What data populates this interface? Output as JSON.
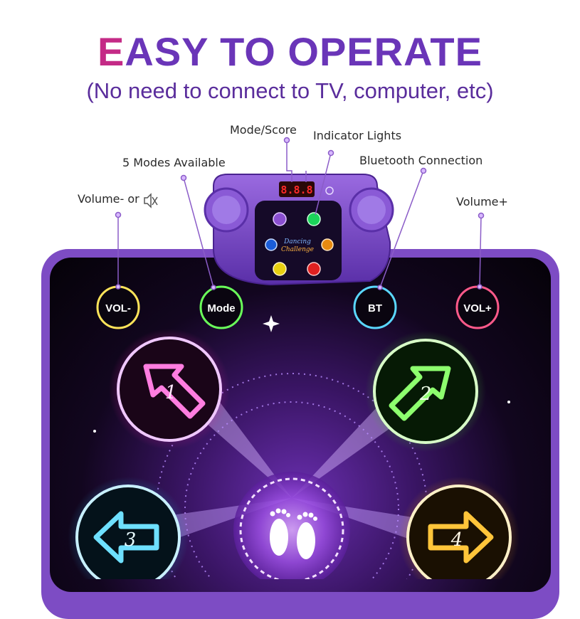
{
  "title": {
    "first_letter": "E",
    "rest": "ASY TO OPERATE"
  },
  "subtitle": "(No need to connect to TV, computer, etc)",
  "callouts": {
    "mode_score": "Mode/Score",
    "indicator_lights": "Indicator Lights",
    "modes_available": "5 Modes Available",
    "bluetooth": "Bluetooth Connection",
    "volume_minus": "Volume- or",
    "volume_plus": "Volume+"
  },
  "controller": {
    "display": "8.8.8",
    "logo_line1": "Dancing",
    "logo_line2": "Challenge"
  },
  "mat_buttons": {
    "vol_minus": "VOL-",
    "mode": "Mode",
    "bt": "BT",
    "vol_plus": "VOL+"
  },
  "pads": {
    "p1": "1",
    "p2": "2",
    "p3": "3",
    "p4": "4"
  },
  "colors": {
    "title_purple": "#6a35b8",
    "title_pink": "#c42a86",
    "pad1": "#ff5fd2",
    "pad2": "#7dff6a",
    "pad3": "#5fd8ff",
    "pad4": "#ffc53a",
    "mat": "#7d4cc4"
  }
}
